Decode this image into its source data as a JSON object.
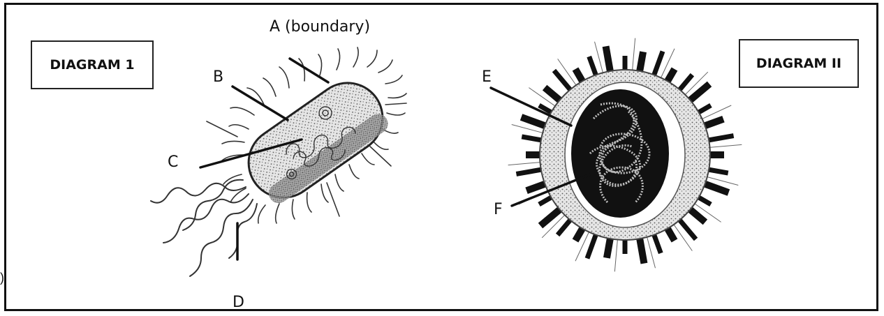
{
  "diagram1": {
    "title": "DIAGRAM 1",
    "labels": {
      "a": "A (boundary)",
      "b": "B",
      "c": "C",
      "d": "D"
    }
  },
  "diagram2": {
    "title": "DIAGRAM II",
    "labels": {
      "e": "E",
      "f": "F"
    }
  },
  "edge_mark": ")"
}
